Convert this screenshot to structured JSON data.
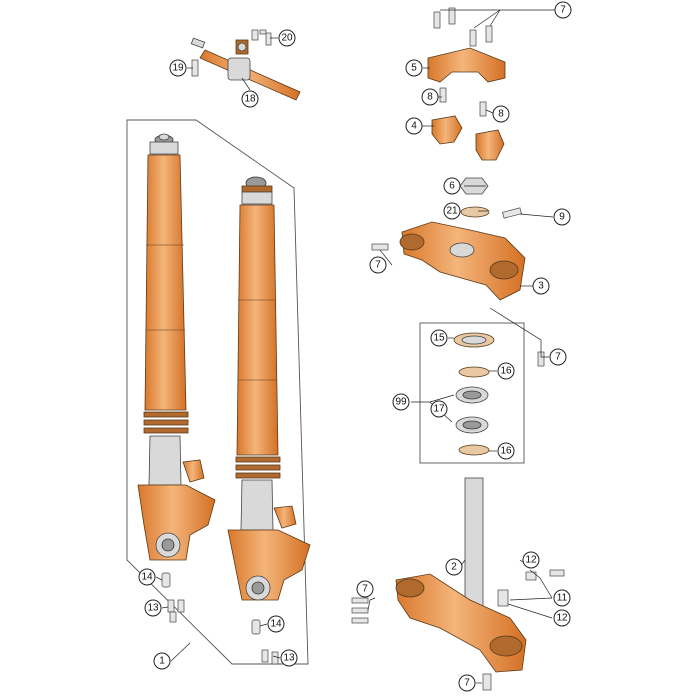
{
  "diagram": {
    "callouts": [
      {
        "id": "c7a",
        "label": "7"
      },
      {
        "id": "c20",
        "label": "20"
      },
      {
        "id": "c19",
        "label": "19"
      },
      {
        "id": "c18",
        "label": "18"
      },
      {
        "id": "c5",
        "label": "5"
      },
      {
        "id": "c8a",
        "label": "8"
      },
      {
        "id": "c8b",
        "label": "8"
      },
      {
        "id": "c4",
        "label": "4"
      },
      {
        "id": "c6",
        "label": "6"
      },
      {
        "id": "c21",
        "label": "21"
      },
      {
        "id": "c9",
        "label": "9"
      },
      {
        "id": "c7b",
        "label": "7"
      },
      {
        "id": "c3",
        "label": "3"
      },
      {
        "id": "c15",
        "label": "15"
      },
      {
        "id": "c7c",
        "label": "7"
      },
      {
        "id": "c16a",
        "label": "16"
      },
      {
        "id": "c99",
        "label": "99"
      },
      {
        "id": "c17",
        "label": "17"
      },
      {
        "id": "c16b",
        "label": "16"
      },
      {
        "id": "c12a",
        "label": "12"
      },
      {
        "id": "c2",
        "label": "2"
      },
      {
        "id": "c7d",
        "label": "7"
      },
      {
        "id": "c11",
        "label": "11"
      },
      {
        "id": "c12b",
        "label": "12"
      },
      {
        "id": "c14a",
        "label": "14"
      },
      {
        "id": "c13a",
        "label": "13"
      },
      {
        "id": "c14b",
        "label": "14"
      },
      {
        "id": "c13b",
        "label": "13"
      },
      {
        "id": "c1",
        "label": "1"
      },
      {
        "id": "c7e",
        "label": "7"
      }
    ],
    "colors": {
      "part_orange": "#e8913f",
      "part_orange_light": "#f4b57a",
      "metal": "#d9d9d9",
      "line": "#222222"
    }
  }
}
